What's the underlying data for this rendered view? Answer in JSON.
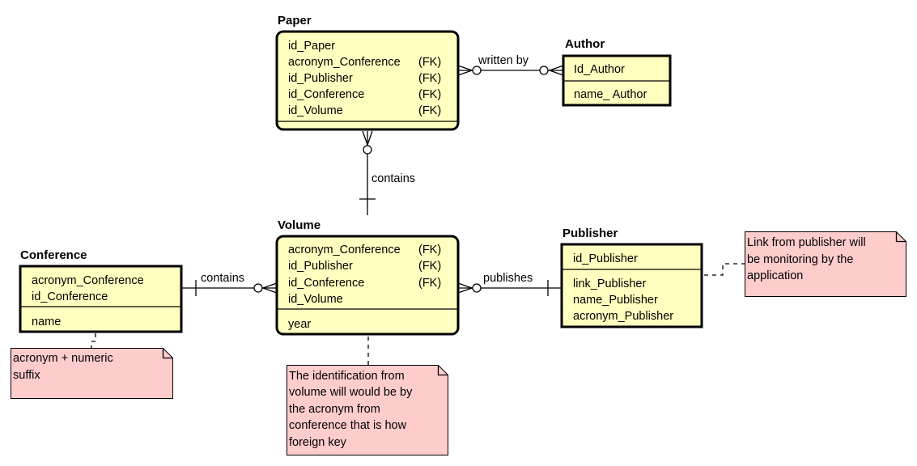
{
  "entities": {
    "paper": {
      "title": "Paper",
      "attributes": [
        {
          "name": "id_Paper",
          "key": ""
        },
        {
          "name": "acronym_Conference",
          "key": "(FK)"
        },
        {
          "name": "id_Publisher",
          "key": "(FK)"
        },
        {
          "name": "id_Conference",
          "key": "(FK)"
        },
        {
          "name": "id_Volume",
          "key": "(FK)"
        }
      ]
    },
    "author": {
      "title": "Author",
      "attributes": [
        {
          "name": "Id_Author"
        },
        {
          "name": "name_ Author"
        }
      ]
    },
    "volume": {
      "title": "Volume",
      "attributes": [
        {
          "name": "acronym_Conference",
          "key": "(FK)"
        },
        {
          "name": "id_Publisher",
          "key": "(FK)"
        },
        {
          "name": "id_Conference",
          "key": "(FK)"
        },
        {
          "name": "id_Volume",
          "key": ""
        },
        {
          "name": "year",
          "key": ""
        }
      ]
    },
    "conference": {
      "title": "Conference",
      "attributes": [
        {
          "name": "acronym_Conference"
        },
        {
          "name": "id_Conference"
        },
        {
          "name": "name"
        }
      ]
    },
    "publisher": {
      "title": "Publisher",
      "attributes": [
        {
          "name": "id_Publisher"
        },
        {
          "name": "link_Publisher"
        },
        {
          "name": "name_Publisher"
        },
        {
          "name": "acronym_Publisher"
        }
      ]
    }
  },
  "relationships": {
    "paper_author": "written by",
    "paper_volume": "contains",
    "conference_volume": "contains",
    "volume_publisher": "publishes"
  },
  "notes": {
    "conference_note": [
      "acronym  + numeric",
      "suffix"
    ],
    "volume_note": [
      "The identification from",
      "volume will would be by",
      "the acronym from",
      "conference that is how",
      "foreign key"
    ],
    "publisher_note": [
      "Link from publisher will",
      "be monitoring by the",
      "application"
    ]
  },
  "colors": {
    "entity_fill": "#ffffc0",
    "note_fill": "#ffcccc"
  }
}
